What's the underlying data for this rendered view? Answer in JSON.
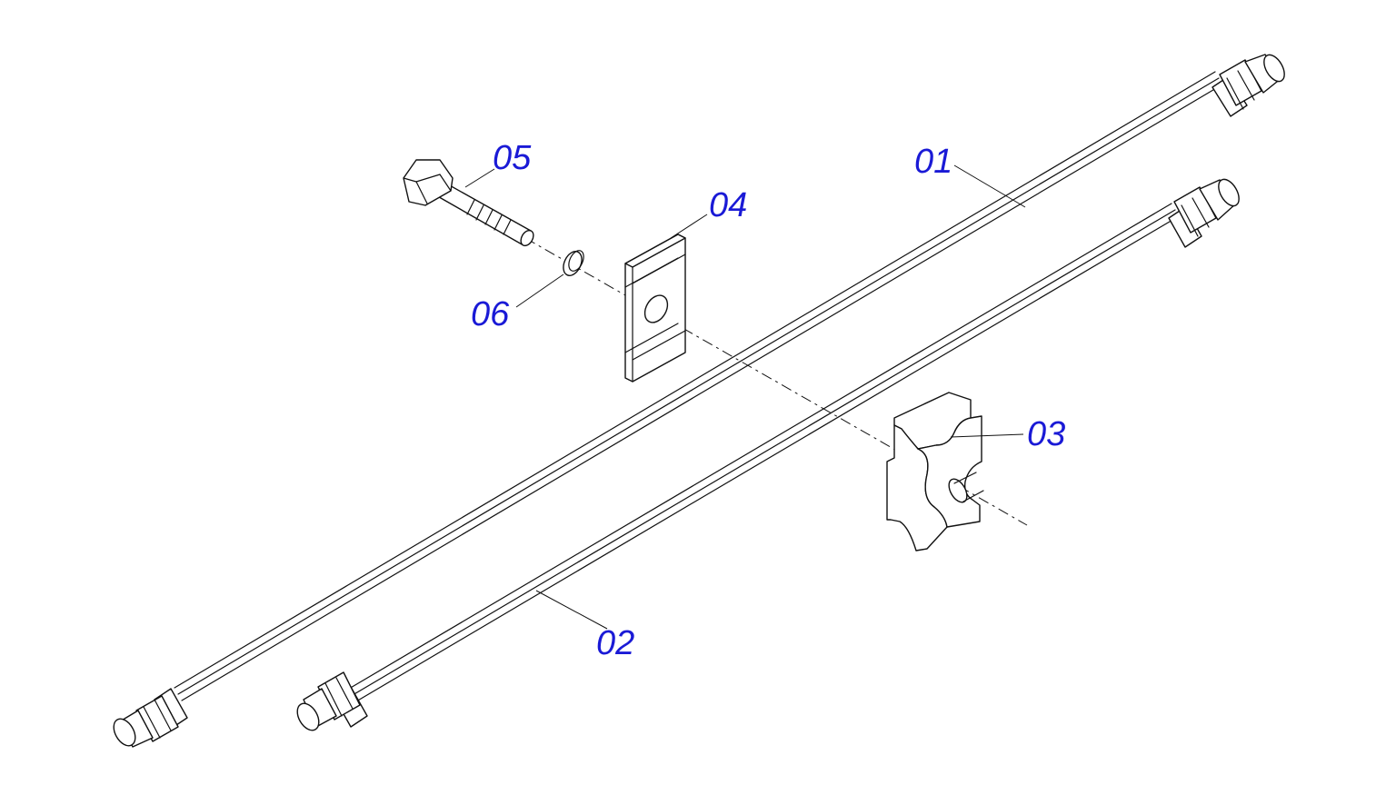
{
  "callouts": {
    "part_01": "01",
    "part_02": "02",
    "part_03": "03",
    "part_04": "04",
    "part_05": "05",
    "part_06": "06"
  },
  "colors": {
    "callout_text": "#1a1ad6",
    "line_art": "#111111",
    "background": "#ffffff"
  }
}
